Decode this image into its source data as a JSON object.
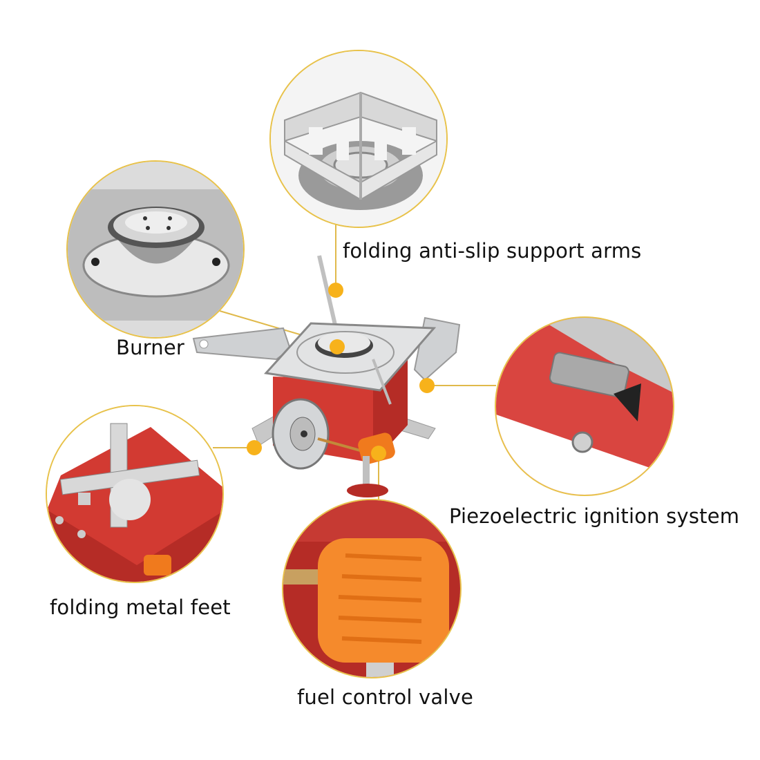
{
  "product": {
    "name": "portable camping gas stove",
    "colors": {
      "body_red": "#d23a32",
      "steel": "#c9cbcd",
      "knob_orange": "#f07a1d",
      "callout_yellow": "#e8c24a",
      "dot_yellow": "#f7b21b"
    }
  },
  "callouts": [
    {
      "id": "support-arms",
      "label": "folding anti-slip support arms"
    },
    {
      "id": "burner",
      "label": "Burner"
    },
    {
      "id": "piezo",
      "label": "Piezoelectric ignition system"
    },
    {
      "id": "feet",
      "label": "folding metal feet"
    },
    {
      "id": "valve",
      "label": "fuel control valve"
    }
  ]
}
